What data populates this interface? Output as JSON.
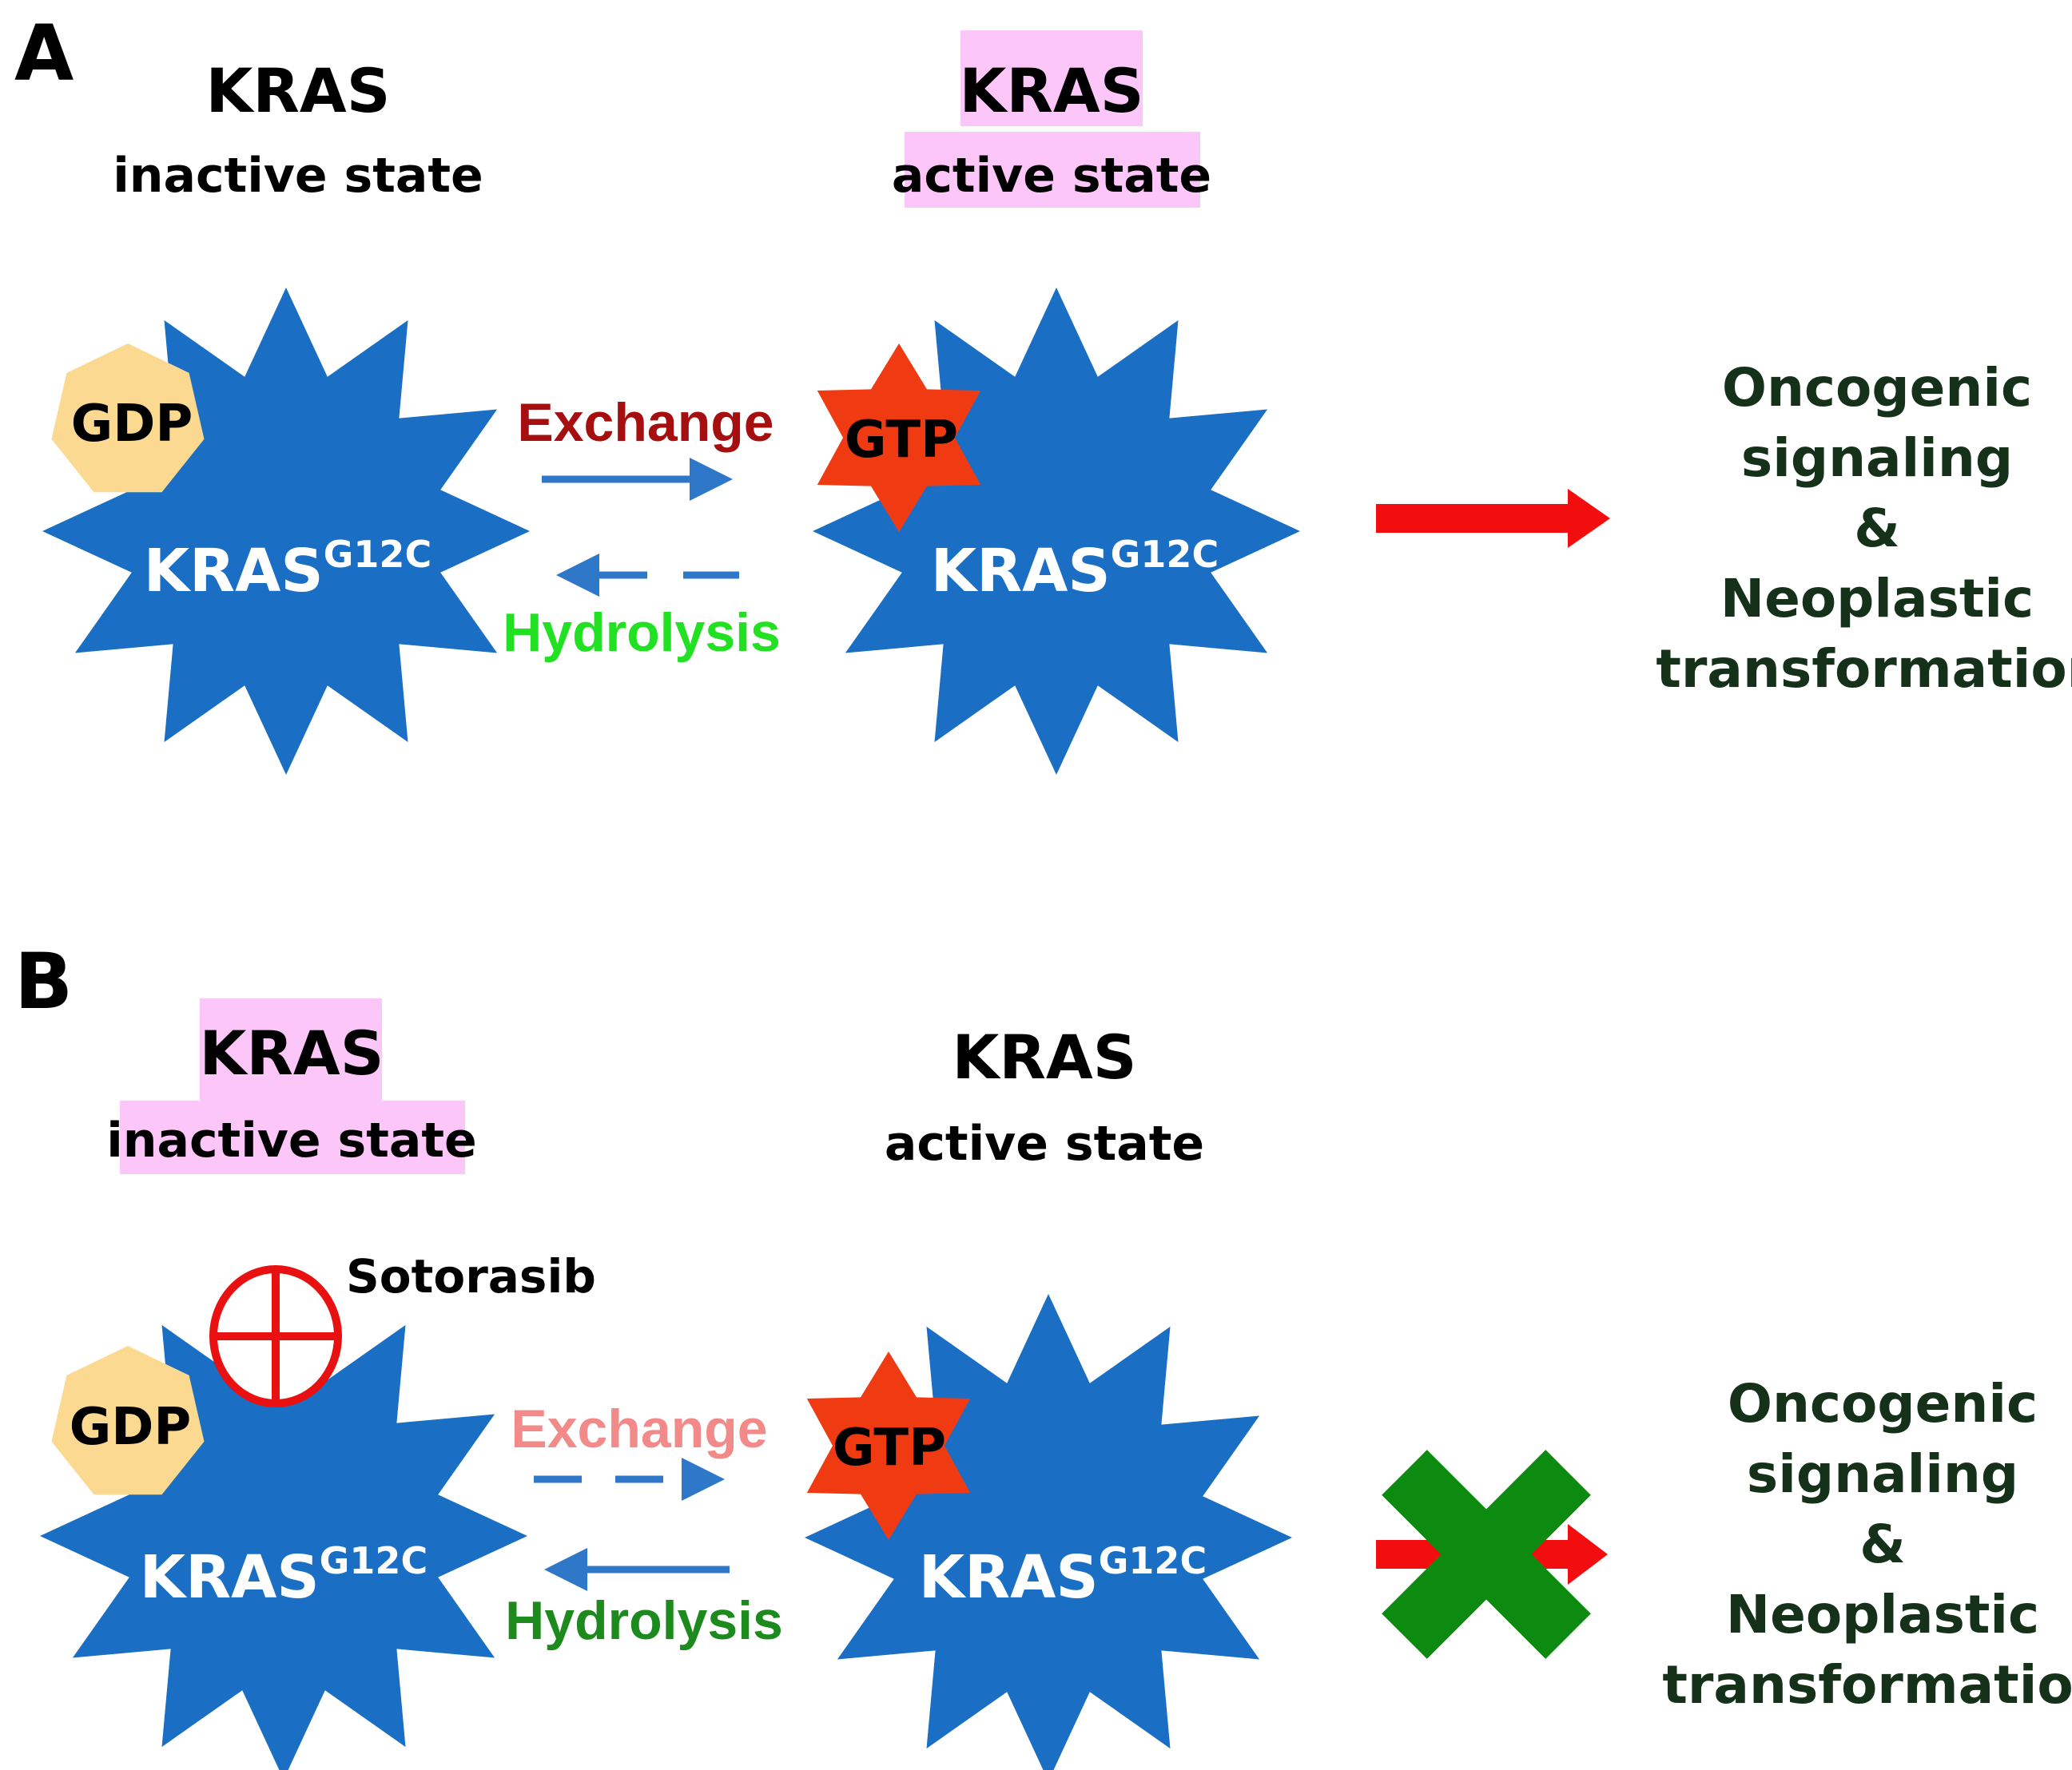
{
  "colors": {
    "protein_blue": "#1a6fc4",
    "arrow_blue": "#2f77c8",
    "gdp_fill": "#fbd991",
    "gtp_fill": "#f03a12",
    "highlight_pink": "#fcc6f8",
    "exchange_a": "#a50f0f",
    "hydrolysis_a": "#22e022",
    "exchange_b": "#f28a8a",
    "hydrolysis_b": "#1d8a1d",
    "outcome_text": "#15311a",
    "signal_arrow_red": "#f20e0e",
    "block_x_green": "#0d8a10",
    "sotorasib_red": "#e81010"
  },
  "panel_a": {
    "label": "A",
    "inactive_title": "KRAS",
    "inactive_subtitle": "inactive state",
    "active_title": "KRAS",
    "active_subtitle": "active state",
    "protein_left_name": "KRAS",
    "protein_left_sup": "G12C",
    "protein_right_name": "KRAS",
    "protein_right_sup": "G12C",
    "gdp_label": "GDP",
    "gtp_label": "GTP",
    "exchange_label": "Exchange",
    "hydrolysis_label": "Hydrolysis",
    "outcome_line1": "Oncogenic",
    "outcome_line2": "signaling",
    "outcome_line3": "&",
    "outcome_line4": "Neoplastic",
    "outcome_line5": "transformation"
  },
  "panel_b": {
    "label": "B",
    "inactive_title": "KRAS",
    "inactive_subtitle": "inactive state",
    "active_title": "KRAS",
    "active_subtitle": "active state",
    "protein_left_name": "KRAS",
    "protein_left_sup": "G12C",
    "protein_right_name": "KRAS",
    "protein_right_sup": "G12C",
    "gdp_label": "GDP",
    "gtp_label": "GTP",
    "drug_label": "Sotorasib",
    "exchange_label": "Exchange",
    "hydrolysis_label": "Hydrolysis",
    "outcome_line1": "Oncogenic",
    "outcome_line2": "signaling",
    "outcome_line3": "&",
    "outcome_line4": "Neoplastic",
    "outcome_line5": "transformation"
  }
}
